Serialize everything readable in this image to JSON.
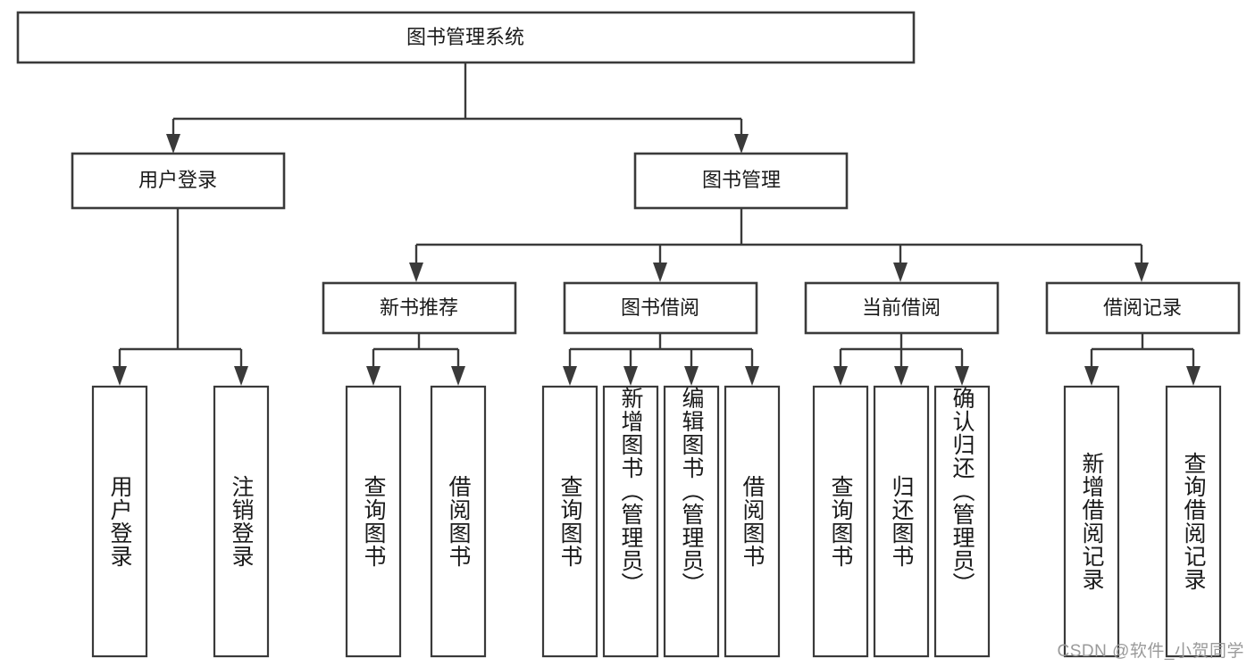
{
  "diagram": {
    "title": "图书管理系统",
    "type": "tree",
    "watermark": "CSDN @软件_小贺同学",
    "colors": {
      "stroke": "#3a3a3a",
      "fill": "#ffffff",
      "text": "#1a1a1a",
      "watermark": "#9a9a9a"
    },
    "root": {
      "label": "图书管理系统"
    },
    "level2": [
      {
        "label": "用户登录"
      },
      {
        "label": "图书管理"
      }
    ],
    "level3": [
      {
        "label": "新书推荐"
      },
      {
        "label": "图书借阅"
      },
      {
        "label": "当前借阅"
      },
      {
        "label": "借阅记录"
      }
    ],
    "leaves": {
      "user_login": [
        {
          "label": "用户登录"
        },
        {
          "label": "注销登录"
        }
      ],
      "new_book_recommend": [
        {
          "label": "查询图书"
        },
        {
          "label": "借阅图书"
        }
      ],
      "book_borrow": [
        {
          "label": "查询图书"
        },
        {
          "label": "新增图书（管理员）"
        },
        {
          "label": "编辑图书（管理员）"
        },
        {
          "label": "借阅图书"
        }
      ],
      "current_borrow": [
        {
          "label": "查询图书"
        },
        {
          "label": "归还图书"
        },
        {
          "label": "确认归还（管理员）"
        }
      ],
      "borrow_records": [
        {
          "label": "新增借阅记录"
        },
        {
          "label": "查询借阅记录"
        }
      ]
    }
  }
}
